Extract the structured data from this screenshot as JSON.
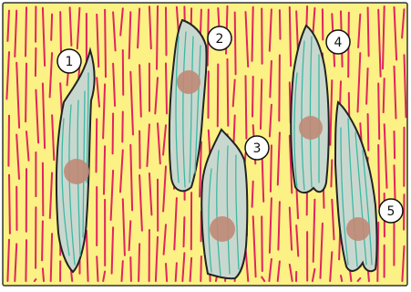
{
  "diagram": {
    "colors": {
      "background": "#fbf184",
      "fiber": "#e0245e",
      "cell_fill": "#c9d8cf",
      "cell_outline": "#222222",
      "cytoskeleton": "#3cb9a3",
      "nucleus": "#c08a76",
      "label_fill": "#ffffff",
      "label_stroke": "#111111"
    },
    "labels": [
      "1",
      "2",
      "3",
      "4",
      "5"
    ]
  }
}
